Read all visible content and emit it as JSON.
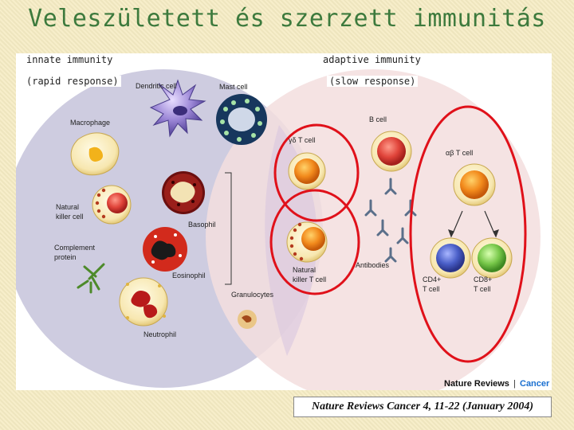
{
  "title": "Veleszületett és szerzett immunitás",
  "labels": {
    "innate": "innate immunity",
    "innate_sub": "(rapid response)",
    "adaptive": "adaptive immunity",
    "adaptive_sub": "(slow response)"
  },
  "cells": {
    "dendritic": "Dendritic cell",
    "mast": "Mast cell",
    "macrophage": "Macrophage",
    "nk_line1": "Natural",
    "nk_line2": "killer cell",
    "complement_line1": "Complement",
    "complement_line2": "protein",
    "basophil": "Basophil",
    "eosinophil": "Eosinophil",
    "granulocytes": "Granulocytes",
    "neutrophil": "Neutrophil",
    "gd_t": "γδ T cell",
    "nkt_line1": "Natural",
    "nkt_line2": "killer T cell",
    "b_cell": "B cell",
    "antibodies": "Antibodies",
    "ab_t": "αβ T cell",
    "cd4_line1": "CD4+",
    "cd4_line2": "T cell",
    "cd8_line1": "CD8+",
    "cd8_line2": "T cell"
  },
  "logo": {
    "brand": "Nature Reviews",
    "section": "Cancer"
  },
  "citation": "Nature Reviews Cancer 4, 11-22 (January 2004)",
  "colors": {
    "title": "#3d7a3d",
    "innate_circle": "#c9c7dd",
    "adaptive_circle": "#f3dede",
    "highlight": "#e0111a"
  }
}
